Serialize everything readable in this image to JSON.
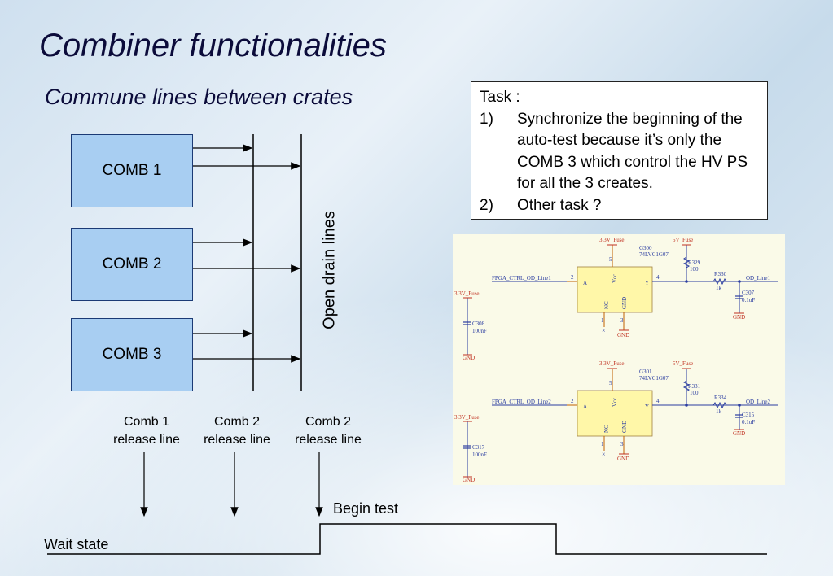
{
  "slide": {
    "title": "Combiner functionalities",
    "subtitle": "Commune lines between crates"
  },
  "boxes": [
    "COMB 1",
    "COMB 2",
    "COMB 3"
  ],
  "vertical_label": "Open drain lines",
  "release_labels": [
    {
      "line1": "Comb 1",
      "line2": "release line"
    },
    {
      "line1": "Comb 2",
      "line2": "release line"
    },
    {
      "line1": "Comb 2",
      "line2": "release line"
    }
  ],
  "task": {
    "heading": "Task :",
    "items": [
      {
        "num": "1)",
        "text": "Synchronize the beginning of the auto-test because it’s only the COMB 3 which control the HV PS for all the 3 creates."
      },
      {
        "num": "2)",
        "text": "Other task ?"
      }
    ]
  },
  "timing": {
    "begin_label": "Begin test",
    "wait_label": "Wait state"
  },
  "schematic": {
    "blocks": [
      {
        "fuse1": "3.3V_Fuse",
        "fuse2": "5V_Fuse",
        "ref": "G300",
        "part": "74LVC1G07",
        "input": "FPGA_CTRL_OD_Line1",
        "output": "OD_Line1",
        "r_pull": "R329",
        "r_pull_val": "100",
        "r_ser": "R330",
        "r_ser_val": "1k",
        "c_out": "C307",
        "c_out_val": "0.1uF",
        "c_in": "C308",
        "c_in_val": "100nF",
        "pin_a": "A",
        "pin_y": "Y",
        "pin_vcc": "Vcc",
        "pin_nc": "NC",
        "pin_gnd": "GND",
        "n2": "2",
        "n4": "4",
        "n5": "5",
        "n1": "1",
        "n3": "3"
      },
      {
        "fuse1": "3.3V_Fuse",
        "fuse2": "5V_Fuse",
        "ref": "G301",
        "part": "74LVC1G07",
        "input": "FPGA_CTRL_OD_Line2",
        "output": "OD_Line2",
        "r_pull": "R331",
        "r_pull_val": "100",
        "r_ser": "R334",
        "r_ser_val": "1k",
        "c_out": "C315",
        "c_out_val": "0.1uF",
        "c_in": "C317",
        "c_in_val": "100nF",
        "pin_a": "A",
        "pin_y": "Y",
        "pin_vcc": "Vcc",
        "pin_nc": "NC",
        "pin_gnd": "GND",
        "n2": "2",
        "n4": "4",
        "n5": "5",
        "n1": "1",
        "n3": "3"
      }
    ],
    "gnd": "GND",
    "fuse_left": "3.3V_Fuse"
  }
}
